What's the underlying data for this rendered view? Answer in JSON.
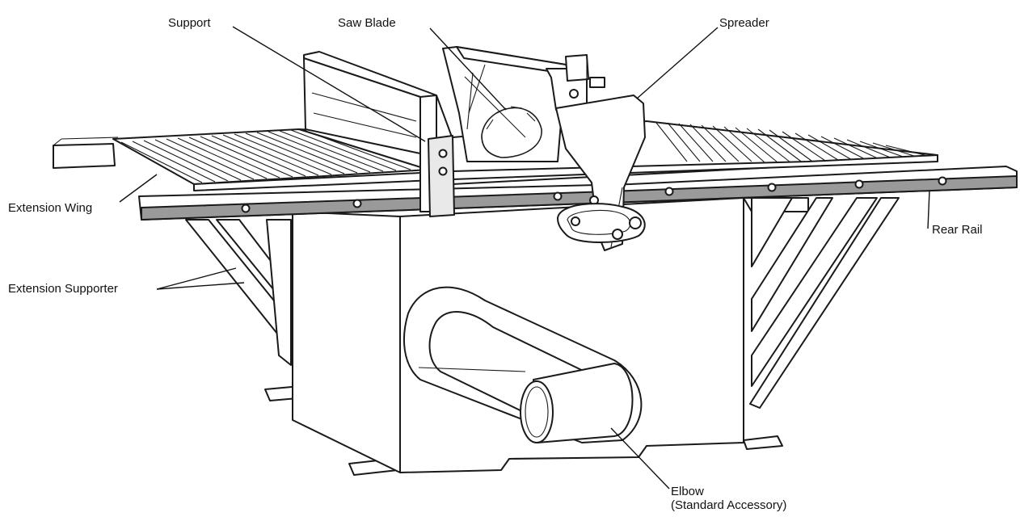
{
  "diagram": {
    "labels": {
      "support": "Support",
      "saw_blade": "Saw Blade",
      "spreader": "Spreader",
      "extension_wing": "Extension Wing",
      "rear_rail": "Rear Rail",
      "extension_supporter": "Extension Supporter",
      "elbow_line1": "Elbow",
      "elbow_line2": "(Standard Accessory)"
    },
    "colors": {
      "ink": "#1a1a1a",
      "background": "#ffffff",
      "rail_shade": "#9a9a9a"
    }
  }
}
